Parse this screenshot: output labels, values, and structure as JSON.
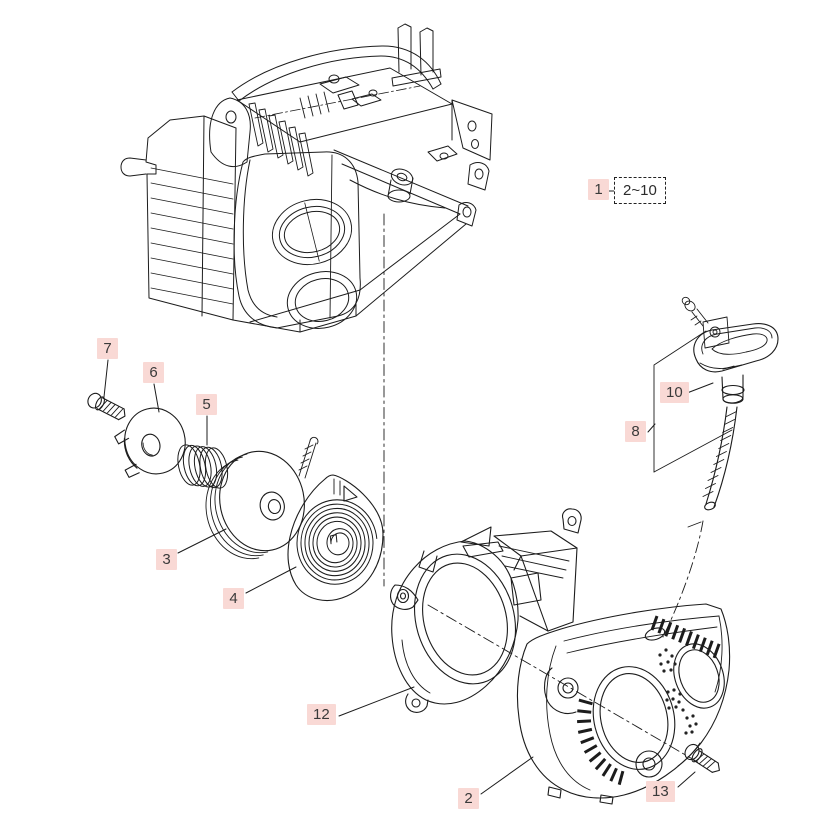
{
  "figure": {
    "type": "exploded-parts-diagram",
    "subject": "recoil-starter-assembly",
    "callouts": {
      "n1": "1",
      "n2": "2",
      "n3": "3",
      "n4": "4",
      "n5": "5",
      "n6": "6",
      "n7": "7",
      "n8": "8",
      "n10": "10",
      "n12": "12",
      "n13": "13",
      "range": "2~10"
    },
    "colors": {
      "line": "#1c1c1c",
      "label_background": "#f9d9d5",
      "label_text": "#3a3a3a",
      "background": "#ffffff"
    }
  }
}
